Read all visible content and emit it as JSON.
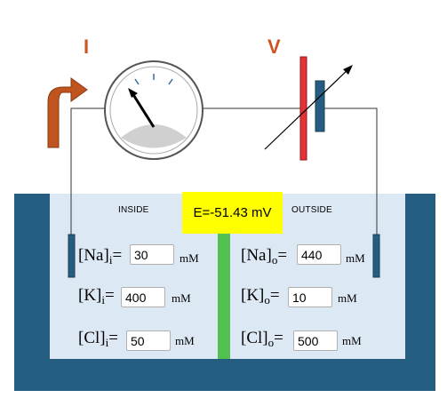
{
  "ammeter": {
    "label": "I"
  },
  "voltmeter": {
    "label": "V"
  },
  "readout": {
    "potential": "E=-51.43 mV"
  },
  "sides": {
    "inside": "INSIDE",
    "outside": "OUTSIDE"
  },
  "inside": {
    "na": {
      "symbol": "[Na]",
      "sub": "i",
      "eq": "=",
      "value": "30",
      "unit": "mM"
    },
    "k": {
      "symbol": "[K]",
      "sub": "i",
      "eq": "=",
      "value": "400",
      "unit": "mM"
    },
    "cl": {
      "symbol": "[Cl]",
      "sub": "i",
      "eq": "=",
      "value": "50",
      "unit": "mM"
    }
  },
  "outside": {
    "na": {
      "symbol": "[Na]",
      "sub": "o",
      "eq": "=",
      "value": "440",
      "unit": "mM"
    },
    "k": {
      "symbol": "[K]",
      "sub": "o",
      "eq": "=",
      "value": "10",
      "unit": "mM"
    },
    "cl": {
      "symbol": "[Cl]",
      "sub": "o",
      "eq": "=",
      "value": "500",
      "unit": "mM"
    }
  },
  "colors": {
    "bath_wall": "#255d80",
    "solution": "#dce8f4",
    "membrane": "#52c152",
    "readout_bg": "#ffff00",
    "battery_red": "#e8323a",
    "battery_blue": "#255d80",
    "arrow": "#c0541e"
  }
}
